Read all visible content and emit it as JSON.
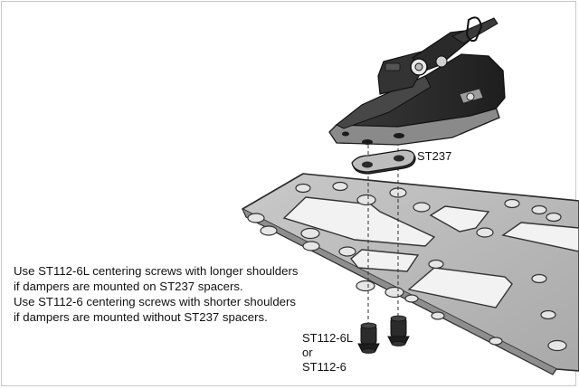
{
  "instructions": {
    "lines": [
      "Use ST112-6L centering screws with longer shoulders",
      "if dampers are mounted on ST237 spacers.",
      "Use ST112-6 centering screws with shorter shoulders",
      "if dampers are mounted without ST237 spacers."
    ]
  },
  "callouts": {
    "spacer": "ST237",
    "screw_long": "ST112-6L",
    "or": "or",
    "screw_short": "ST112-6"
  },
  "colors": {
    "plate_fill": "#b9b9b9",
    "dark_part": "#2b2b2b",
    "outline": "#1a1a1a"
  }
}
